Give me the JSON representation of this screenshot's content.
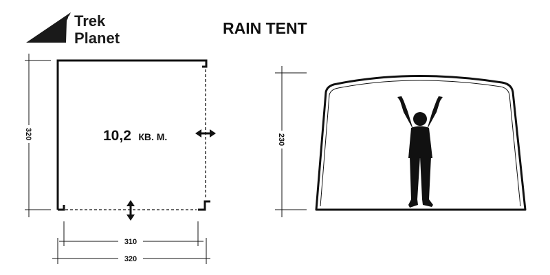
{
  "brand": {
    "line1": "Trek",
    "line2": "Planet",
    "logo_icon": "mountain-peak-logo"
  },
  "title": "RAIN TENT",
  "floor_plan": {
    "area_value": "10,2",
    "area_unit": "КВ. М.",
    "height_dim": "320",
    "inner_width_dim": "310",
    "outer_width_dim": "320"
  },
  "front_view": {
    "height_dim": "230"
  },
  "colors": {
    "ink": "#111111",
    "background": "#ffffff"
  }
}
